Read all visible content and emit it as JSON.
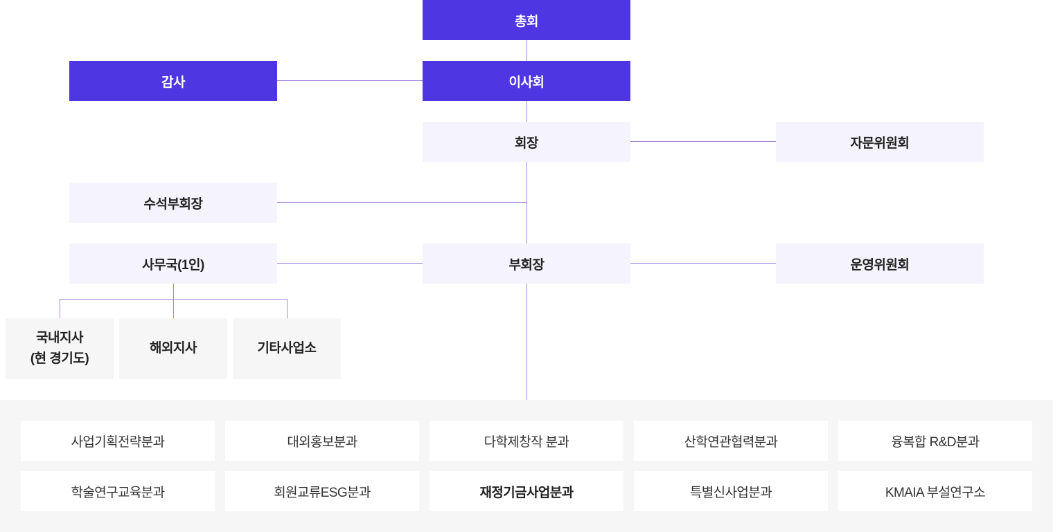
{
  "nodes": {
    "general_assembly": "총회",
    "board": "이사회",
    "audit": "감사",
    "chairman": "회장",
    "advisory": "자문위원회",
    "senior_vice": "수석부회장",
    "secretariat": "사무국(1인)",
    "vice": "부회장",
    "operation": "운영위원회",
    "domestic_line1": "국내지사",
    "domestic_line2": "(현 경기도)",
    "overseas": "해외지사",
    "other_office": "기타사업소"
  },
  "divisions": [
    "사업기획전략분과",
    "대외홍보분과",
    "다학제창작 분과",
    "산학연관협력분과",
    "융복합 R&D분과",
    "학술연구교육분과",
    "회원교류ESG분과",
    "재정기금사업분과",
    "특별신사업분과",
    "KMAIA 부설연구소"
  ],
  "colors": {
    "primary": "#4e36e2",
    "light": "#f5f3fd",
    "connector": "#a583dd",
    "panel": "#f6f6f6"
  }
}
